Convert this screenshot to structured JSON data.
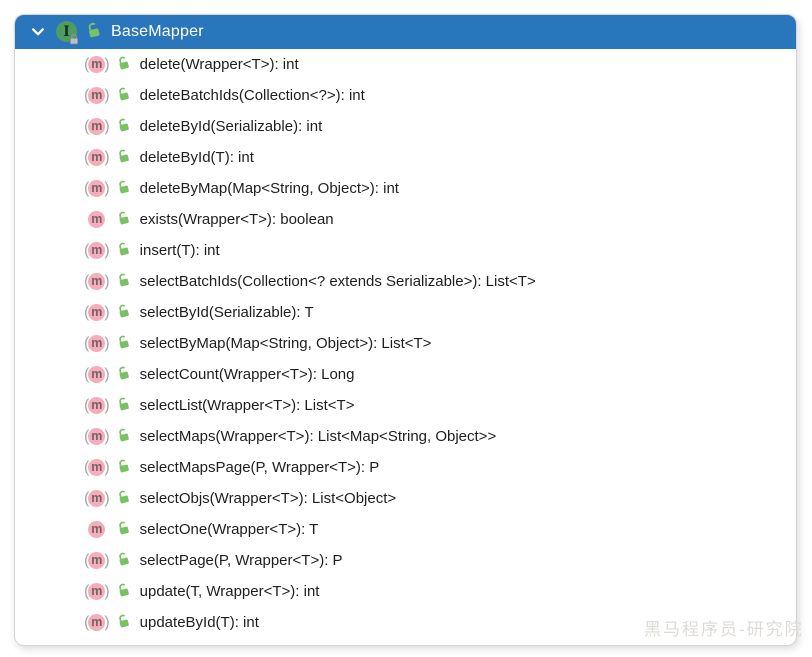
{
  "header": {
    "title": "BaseMapper",
    "node_type": "interface",
    "visibility": "public",
    "expanded": true
  },
  "methods": [
    {
      "signature": "delete(Wrapper<T>): int",
      "kind": "abstract",
      "visibility": "public"
    },
    {
      "signature": "deleteBatchIds(Collection<?>): int",
      "kind": "abstract",
      "visibility": "public"
    },
    {
      "signature": "deleteById(Serializable): int",
      "kind": "abstract",
      "visibility": "public"
    },
    {
      "signature": "deleteById(T): int",
      "kind": "abstract",
      "visibility": "public"
    },
    {
      "signature": "deleteByMap(Map<String, Object>): int",
      "kind": "abstract",
      "visibility": "public"
    },
    {
      "signature": "exists(Wrapper<T>): boolean",
      "kind": "default",
      "visibility": "public"
    },
    {
      "signature": "insert(T): int",
      "kind": "abstract",
      "visibility": "public"
    },
    {
      "signature": "selectBatchIds(Collection<? extends Serializable>): List<T>",
      "kind": "abstract",
      "visibility": "public"
    },
    {
      "signature": "selectById(Serializable): T",
      "kind": "abstract",
      "visibility": "public"
    },
    {
      "signature": "selectByMap(Map<String, Object>): List<T>",
      "kind": "abstract",
      "visibility": "public"
    },
    {
      "signature": "selectCount(Wrapper<T>): Long",
      "kind": "abstract",
      "visibility": "public"
    },
    {
      "signature": "selectList(Wrapper<T>): List<T>",
      "kind": "abstract",
      "visibility": "public"
    },
    {
      "signature": "selectMaps(Wrapper<T>): List<Map<String, Object>>",
      "kind": "abstract",
      "visibility": "public"
    },
    {
      "signature": "selectMapsPage(P, Wrapper<T>): P",
      "kind": "abstract",
      "visibility": "public"
    },
    {
      "signature": "selectObjs(Wrapper<T>): List<Object>",
      "kind": "abstract",
      "visibility": "public"
    },
    {
      "signature": "selectOne(Wrapper<T>): T",
      "kind": "default",
      "visibility": "public"
    },
    {
      "signature": "selectPage(P, Wrapper<T>): P",
      "kind": "abstract",
      "visibility": "public"
    },
    {
      "signature": "update(T, Wrapper<T>): int",
      "kind": "abstract",
      "visibility": "public"
    },
    {
      "signature": "updateById(T): int",
      "kind": "abstract",
      "visibility": "public"
    }
  ],
  "icons": {
    "header_chevron": "chevron-down-icon",
    "header_type": "interface-icon",
    "header_visibility": "open-lock-icon",
    "method": "method-icon",
    "method_visibility": "open-lock-icon"
  },
  "colors": {
    "header_bg": "#2a76bd",
    "header_text": "#ffffff",
    "row_text": "#1e1e1e",
    "method_pink": "#f4adbc",
    "lock_green": "#79c163",
    "interface_green": "#4f9c60",
    "watermark": "#dedbd6"
  },
  "watermark": "黑马程序员-研究院"
}
